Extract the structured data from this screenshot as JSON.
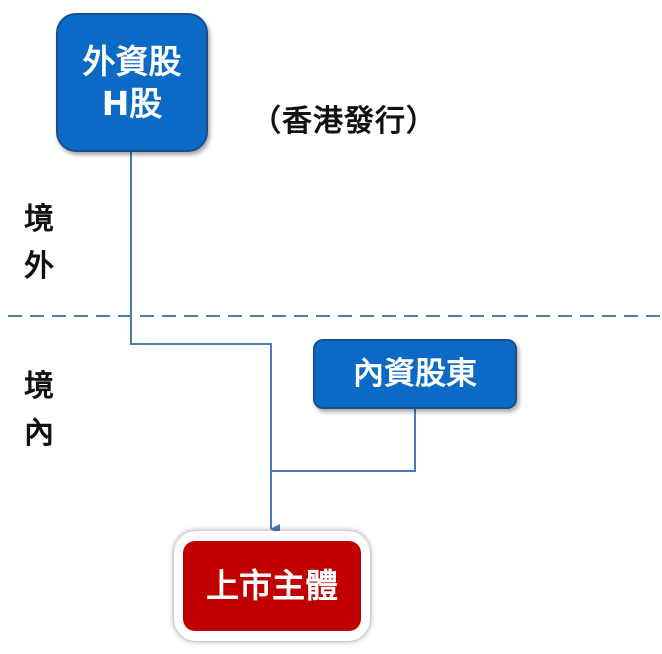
{
  "nodes": {
    "h_shares": {
      "line1": "外資股",
      "line2": "H股"
    },
    "domestic": {
      "label": "內資股東"
    },
    "listed": {
      "label": "上市主體"
    }
  },
  "annotation": {
    "hk_issue": "（香港發行）"
  },
  "regions": {
    "offshore": {
      "char1": "境",
      "char2": "外"
    },
    "onshore": {
      "char1": "境",
      "char2": "內"
    }
  },
  "colors": {
    "blue_fill": "#0a6ac6",
    "blue_border": "#1a4f8f",
    "red_fill": "#c00000",
    "connector": "#4a7ab8",
    "divider": "#4f7ea8"
  }
}
